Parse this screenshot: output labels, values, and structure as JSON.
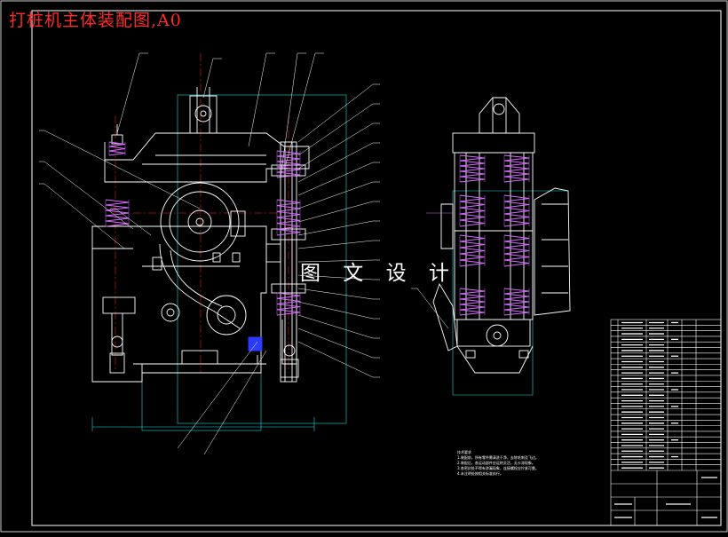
{
  "drawing": {
    "title": "打桩机主体装配图,A0",
    "watermark": "图 文 设 计",
    "colors": {
      "background": "#000000",
      "frame": "#ffffff",
      "title": "#ff2a2a",
      "outline": "#ffffff",
      "centerline": "#ff2a2a",
      "spring": "#d56bff",
      "guide": "#25d7d7",
      "dimension": "#25d7d7",
      "hatch": "#2b3cff"
    }
  },
  "tech_notes": {
    "heading": "技术要求",
    "lines": [
      "1.装配前，所有零件需清洗干净，去除毛刺及飞边。",
      "2.装配后，各运动部件应运转灵活，无卡滞现象。",
      "3.各密封处不得有渗漏现象，连接螺栓应拧紧可靠。",
      "4.未注明处按相关标准执行。"
    ]
  },
  "parts_list": {
    "row_count": 27
  }
}
